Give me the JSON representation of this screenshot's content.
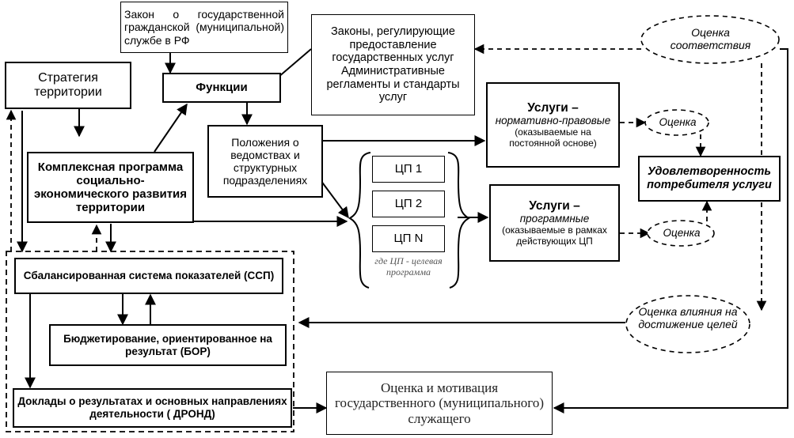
{
  "law_civil_service": "Закон о государственной гражданской (муниципальной) службе в РФ",
  "laws_services": "Законы, регулирующие предоставление государственных услуг Административные регламенты и стандарты услуг",
  "strategy": "Стратегия территории",
  "functions": "Функции",
  "regulations": "Положения о ведомствах и структурных подразделениях",
  "complex_program": "Комплексная программа социально-экономического развития территории",
  "services_normative": {
    "title": "Услуги –",
    "subtitle": "нормативно-правовые",
    "note": "(оказываемые на постоянной основе)"
  },
  "services_program": {
    "title": "Услуги –",
    "subtitle": "программные",
    "note": "(оказываемые в рамках действующих ЦП"
  },
  "programs": [
    "ЦП 1",
    "ЦП 2",
    "ЦП N"
  ],
  "programs_note": "где ЦП - целевая программа",
  "compliance_eval": "Оценка соответствия",
  "eval_1": "Оценка",
  "eval_2": "Оценка",
  "satisfaction": "Удовлетворенность потребителя услуги",
  "impact_eval": "Оценка влияния на достижение целей",
  "ssp": "Сбалансированная система показателей (ССП)",
  "bor": "Бюджетирование, ориентированное на результат (БОР)",
  "drond": "Доклады о результатах и основных направлениях деятельности ( ДРОНД)",
  "motivation": "Оценка и мотивация государственного (муниципального) служащего"
}
